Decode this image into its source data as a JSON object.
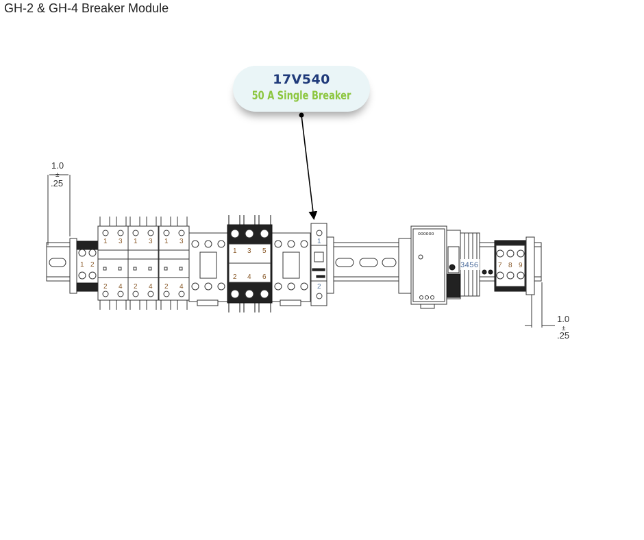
{
  "title": "GH-2 & GH-4 Breaker Module",
  "callout": {
    "part_number": "17V540",
    "description": "50 A Single Breaker"
  },
  "dimensions": {
    "left": {
      "value": "1.0",
      "pm": "±",
      "tol": ".25"
    },
    "right": {
      "value": "1.0",
      "pm": "±",
      "tol": ".25"
    }
  },
  "labels": {
    "terminal_left": [
      "1",
      "2"
    ],
    "breaker_top": [
      "1",
      "3",
      "1",
      "3",
      "1",
      "3"
    ],
    "breaker_bottom": [
      "2",
      "4",
      "2",
      "4",
      "2",
      "4"
    ],
    "three_pole_top": [
      "1",
      "3",
      "5"
    ],
    "three_pole_bottom": [
      "2",
      "4",
      "6"
    ],
    "single_top": "1",
    "single_bottom": "2",
    "terminal_mid": "3456",
    "terminal_right": [
      "7",
      "8",
      "9"
    ]
  },
  "colors": {
    "part_number": "#1f3a7a",
    "description": "#8cc63f",
    "callout_bg": "#eaf5f7"
  }
}
